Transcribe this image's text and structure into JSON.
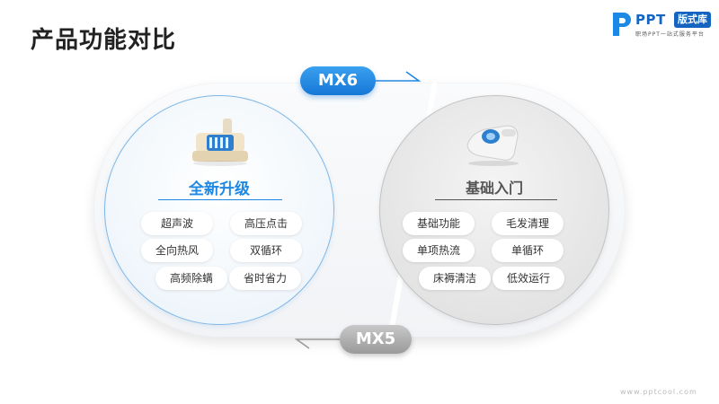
{
  "title": "产品功能对比",
  "logo": {
    "word": "PPT",
    "badge": "版式库",
    "tagline": "职场PPT一站式服务平台"
  },
  "left": {
    "model": "MX6",
    "heading": "全新升级",
    "features": [
      "超声波",
      "高压点击",
      "全向热风",
      "双循环",
      "高频除螨",
      "省时省力"
    ]
  },
  "right": {
    "model": "MX5",
    "heading": "基础入门",
    "features": [
      "基础功能",
      "毛发清理",
      "单项热流",
      "单循环",
      "床褥清洁",
      "低效运行"
    ]
  },
  "colors": {
    "accent": "#1e88e5",
    "neutral": "#9a9a9a"
  },
  "watermark": "www.pptcool.com"
}
